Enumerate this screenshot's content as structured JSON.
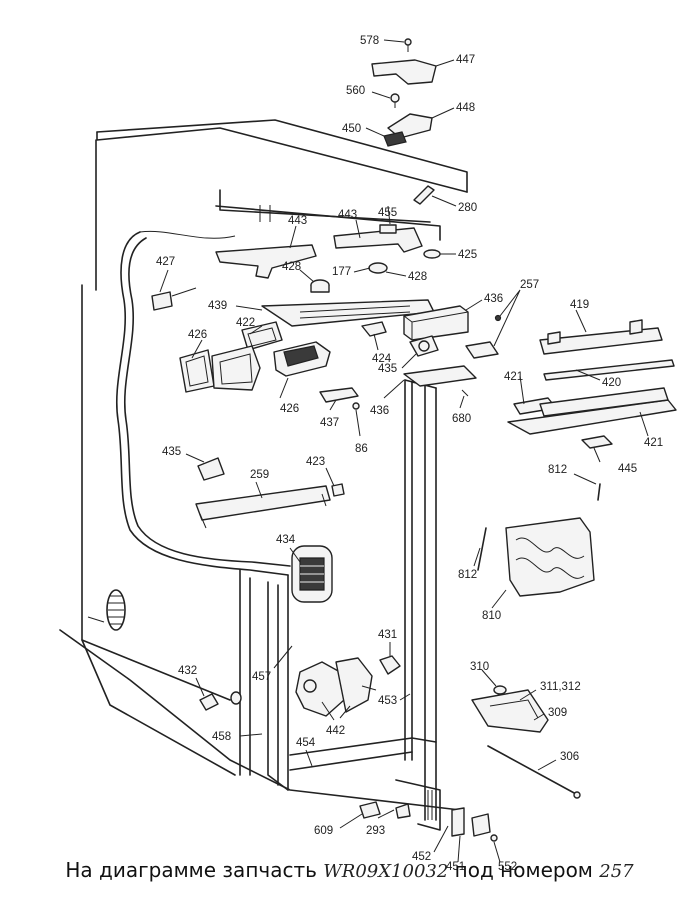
{
  "diagram": {
    "callouts": [
      {
        "id": "c578",
        "text": "578"
      },
      {
        "id": "c447",
        "text": "447"
      },
      {
        "id": "c560",
        "text": "560"
      },
      {
        "id": "c448",
        "text": "448"
      },
      {
        "id": "c450",
        "text": "450"
      },
      {
        "id": "c280",
        "text": "280"
      },
      {
        "id": "c443a",
        "text": "443"
      },
      {
        "id": "c443b",
        "text": "443"
      },
      {
        "id": "c455",
        "text": "455"
      },
      {
        "id": "c425",
        "text": "425"
      },
      {
        "id": "c427",
        "text": "427"
      },
      {
        "id": "c428a",
        "text": "428"
      },
      {
        "id": "c177",
        "text": "177"
      },
      {
        "id": "c428b",
        "text": "428"
      },
      {
        "id": "c257",
        "text": "257"
      },
      {
        "id": "c439",
        "text": "439"
      },
      {
        "id": "c436a",
        "text": "436"
      },
      {
        "id": "c419",
        "text": "419"
      },
      {
        "id": "c426a",
        "text": "426"
      },
      {
        "id": "c422",
        "text": "422"
      },
      {
        "id": "c424",
        "text": "424"
      },
      {
        "id": "c435a",
        "text": "435"
      },
      {
        "id": "c421a",
        "text": "421"
      },
      {
        "id": "c420",
        "text": "420"
      },
      {
        "id": "c426b",
        "text": "426"
      },
      {
        "id": "c437",
        "text": "437"
      },
      {
        "id": "c436b",
        "text": "436"
      },
      {
        "id": "c680",
        "text": "680"
      },
      {
        "id": "c421b",
        "text": "421"
      },
      {
        "id": "c86",
        "text": "86"
      },
      {
        "id": "c435b",
        "text": "435"
      },
      {
        "id": "c445",
        "text": "445"
      },
      {
        "id": "c423",
        "text": "423"
      },
      {
        "id": "c259",
        "text": "259"
      },
      {
        "id": "c812a",
        "text": "812"
      },
      {
        "id": "c434",
        "text": "434"
      },
      {
        "id": "c812b",
        "text": "812"
      },
      {
        "id": "c810",
        "text": "810"
      },
      {
        "id": "c431",
        "text": "431"
      },
      {
        "id": "c457",
        "text": "457"
      },
      {
        "id": "c432",
        "text": "432"
      },
      {
        "id": "c310",
        "text": "310"
      },
      {
        "id": "c311",
        "text": "311,312"
      },
      {
        "id": "c453",
        "text": "453"
      },
      {
        "id": "c442",
        "text": "442"
      },
      {
        "id": "c309",
        "text": "309"
      },
      {
        "id": "c458",
        "text": "458"
      },
      {
        "id": "c454",
        "text": "454"
      },
      {
        "id": "c306",
        "text": "306"
      },
      {
        "id": "c609",
        "text": "609"
      },
      {
        "id": "c293",
        "text": "293"
      },
      {
        "id": "c452",
        "text": "452"
      },
      {
        "id": "c451",
        "text": "451"
      },
      {
        "id": "c552",
        "text": "552"
      }
    ]
  },
  "caption": {
    "prefix": "На диаграмме запчасть ",
    "part_number": "WR09X10032",
    "middle": " под номером ",
    "callout": "257"
  }
}
